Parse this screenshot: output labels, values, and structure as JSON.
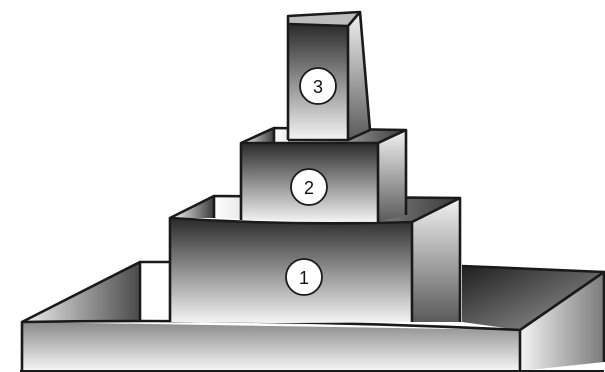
{
  "tiers": [
    {
      "label": "1"
    },
    {
      "label": "2"
    },
    {
      "label": "3"
    }
  ],
  "colors": {
    "outline": "#1a1a1a",
    "dark": "#2a2a2a",
    "light": "#f2f2f2",
    "badge": "#ffffff"
  }
}
